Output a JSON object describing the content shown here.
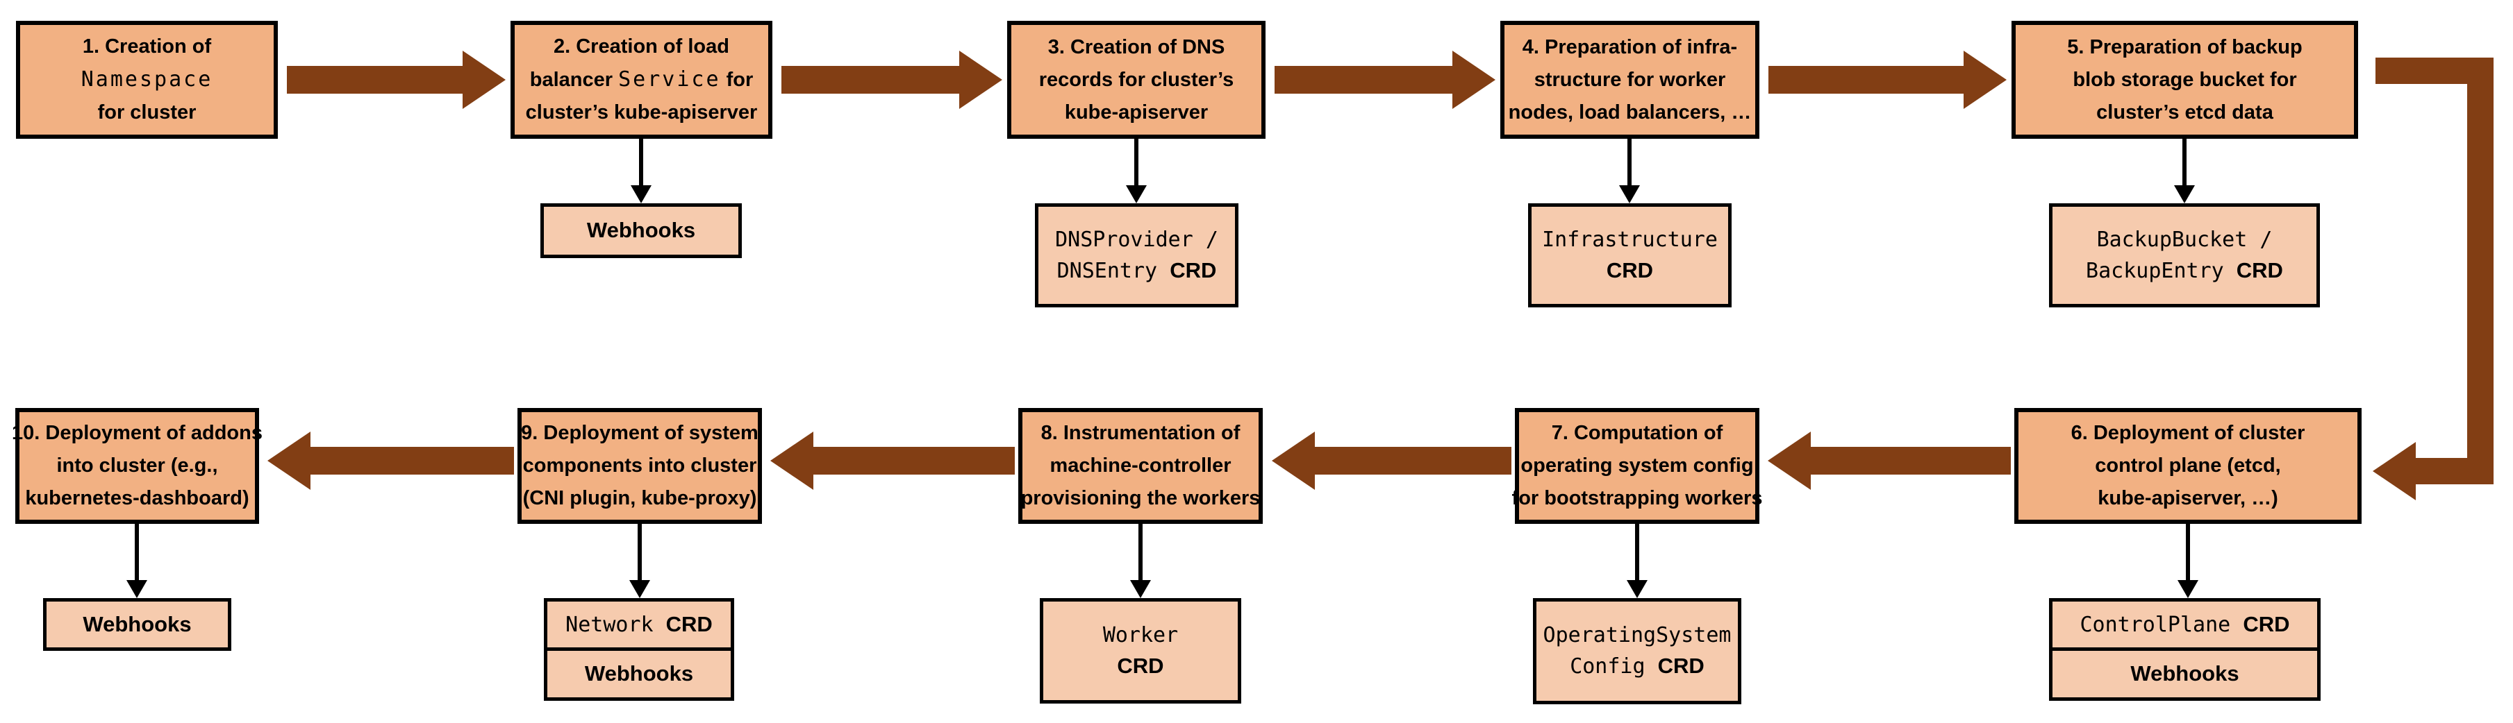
{
  "colors": {
    "background": "#FFFFFF",
    "main_box_fill": "#F2B183",
    "sub_box_fill": "#F6CBAE",
    "box_border": "#000000",
    "flow_arrow": "#823E14",
    "connector_arrow": "#000000"
  },
  "steps": [
    {
      "title_lines": [
        [
          {
            "t": "1. Creation of"
          }
        ],
        [
          {
            "t": "Namespace",
            "mono": true
          }
        ],
        [
          {
            "t": "for cluster"
          }
        ]
      ],
      "subs": []
    },
    {
      "title_lines": [
        [
          {
            "t": "2. Creation of load"
          }
        ],
        [
          {
            "t": "balancer "
          },
          {
            "t": "Service",
            "mono": true
          },
          {
            "t": " for"
          }
        ],
        [
          {
            "t": "cluster’s kube-apiserver"
          }
        ]
      ],
      "subs": [
        {
          "lines": [
            [
              {
                "t": "Webhooks"
              }
            ]
          ]
        }
      ]
    },
    {
      "title_lines": [
        [
          {
            "t": "3. Creation of DNS"
          }
        ],
        [
          {
            "t": "records for cluster’s"
          }
        ],
        [
          {
            "t": "kube-apiserver"
          }
        ]
      ],
      "subs": [
        {
          "lines": [
            [
              {
                "t": "DNSProvider /",
                "mono": true
              }
            ],
            [
              {
                "t": "DNSEntry ",
                "mono": true
              },
              {
                "t": "CRD"
              }
            ]
          ]
        }
      ]
    },
    {
      "title_lines": [
        [
          {
            "t": "4. Preparation of infra-"
          }
        ],
        [
          {
            "t": "structure for worker"
          }
        ],
        [
          {
            "t": "nodes, load balancers, …"
          }
        ]
      ],
      "subs": [
        {
          "lines": [
            [
              {
                "t": "Infrastructure",
                "mono": true
              }
            ],
            [
              {
                "t": "CRD"
              }
            ]
          ]
        }
      ]
    },
    {
      "title_lines": [
        [
          {
            "t": "5. Preparation of backup"
          }
        ],
        [
          {
            "t": "blob storage bucket for"
          }
        ],
        [
          {
            "t": "cluster’s etcd data"
          }
        ]
      ],
      "subs": [
        {
          "lines": [
            [
              {
                "t": "BackupBucket /",
                "mono": true
              }
            ],
            [
              {
                "t": "BackupEntry ",
                "mono": true
              },
              {
                "t": "CRD"
              }
            ]
          ]
        }
      ]
    },
    {
      "title_lines": [
        [
          {
            "t": "6. Deployment of cluster"
          }
        ],
        [
          {
            "t": "control plane (etcd,"
          }
        ],
        [
          {
            "t": "kube-apiserver, …)"
          }
        ]
      ],
      "subs": [
        {
          "lines": [
            [
              {
                "t": "ControlPlane ",
                "mono": true
              },
              {
                "t": "CRD"
              }
            ]
          ]
        },
        {
          "lines": [
            [
              {
                "t": "Webhooks"
              }
            ]
          ]
        }
      ]
    },
    {
      "title_lines": [
        [
          {
            "t": "7. Computation of"
          }
        ],
        [
          {
            "t": "operating system config"
          }
        ],
        [
          {
            "t": "for bootstrapping workers"
          }
        ]
      ],
      "subs": [
        {
          "lines": [
            [
              {
                "t": "OperatingSystem",
                "mono": true
              }
            ],
            [
              {
                "t": "Config ",
                "mono": true
              },
              {
                "t": "CRD"
              }
            ]
          ]
        }
      ]
    },
    {
      "title_lines": [
        [
          {
            "t": "8. Instrumentation of"
          }
        ],
        [
          {
            "t": "machine-controller"
          }
        ],
        [
          {
            "t": "provisioning the workers"
          }
        ]
      ],
      "subs": [
        {
          "lines": [
            [
              {
                "t": "Worker",
                "mono": true
              }
            ],
            [
              {
                "t": "CRD"
              }
            ]
          ]
        }
      ]
    },
    {
      "title_lines": [
        [
          {
            "t": "9. Deployment of system"
          }
        ],
        [
          {
            "t": "components into cluster"
          }
        ],
        [
          {
            "t": "(CNI plugin, kube-proxy)"
          }
        ]
      ],
      "subs": [
        {
          "lines": [
            [
              {
                "t": "Network ",
                "mono": true
              },
              {
                "t": "CRD"
              }
            ]
          ]
        },
        {
          "lines": [
            [
              {
                "t": "Webhooks"
              }
            ]
          ]
        }
      ]
    },
    {
      "title_lines": [
        [
          {
            "t": "10. Deployment of addons"
          }
        ],
        [
          {
            "t": "into cluster (e.g.,"
          }
        ],
        [
          {
            "t": "kubernetes-dashboard)"
          }
        ]
      ],
      "subs": [
        {
          "lines": [
            [
              {
                "t": "Webhooks"
              }
            ]
          ]
        }
      ]
    }
  ]
}
